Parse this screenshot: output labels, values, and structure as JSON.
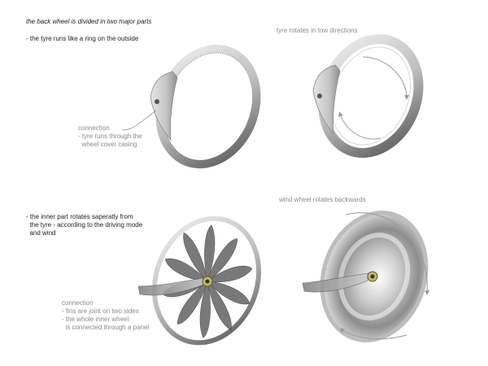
{
  "headings": {
    "main_title": "the back wheel is divided in two major parts",
    "tyre_note": "- the tyre runs like a ring on the outside",
    "tyre_rotation": "tyre rotates in tow directions",
    "inner_note_lines": [
      "- the inner part rotates saperatly from",
      "  the tyre - according to the driving mode",
      "  and wind"
    ],
    "wind_wheel": "wind wheel rotates backwards"
  },
  "annotations": {
    "connection_top": {
      "title": "connection",
      "lines": [
        "- tyre runs through the",
        "  wheel cover casing"
      ]
    },
    "connection_bottom": {
      "title": "connection",
      "lines": [
        "- fins are joint on two sides",
        "- the whole inner wheel",
        "  is connected through a panel"
      ]
    }
  },
  "colors": {
    "ring_dark": "#5a5a5a",
    "ring_light": "#d8d8d8",
    "casing": "#cfcfcf",
    "fin": "#6b6b6b",
    "hub": "#9a8a2a",
    "arrow": "#9a9a9a"
  }
}
